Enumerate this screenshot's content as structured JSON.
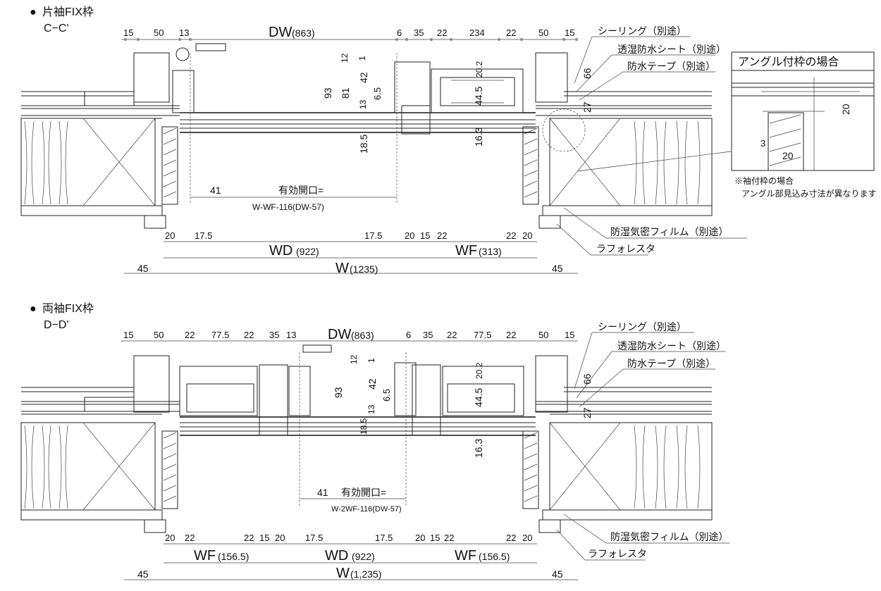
{
  "sections": [
    {
      "bullet": "●",
      "title": "片袖FIX枠",
      "subtitle": "C−C'",
      "top_dims": [
        "15",
        "50",
        "13",
        "6",
        "35",
        "22",
        "234",
        "22",
        "50",
        "15"
      ],
      "dw_label": "DW",
      "dw_value": "(863)",
      "vert_dims": [
        "12",
        "1",
        "42",
        "81",
        "93",
        "6.5",
        "13",
        "20.2",
        "44.5",
        "16.3",
        "18.5",
        "66",
        "27"
      ],
      "effective_opening_label": "有効開口=",
      "effective_opening_formula": "W-WF-116(DW-57)",
      "left_offset": "41",
      "bottom_dims": [
        "20",
        "17.5",
        "17.5",
        "20",
        "15",
        "22",
        "22",
        "20"
      ],
      "wd_label": "WD",
      "wd_value": "(922)",
      "wf_label": "WF",
      "wf_value": "(313)",
      "w_label": "W",
      "w_value": "(1235)",
      "side_left": "45",
      "side_right": "45",
      "callouts": [
        "シーリング（別途）",
        "透湿防水シート（別途）",
        "防水テープ（別途）",
        "防湿気密フィルム（別途）",
        "ラフォレスタ"
      ]
    },
    {
      "bullet": "●",
      "title": "両袖FIX枠",
      "subtitle": "D−D'",
      "top_dims": [
        "15",
        "50",
        "22",
        "77.5",
        "22",
        "35",
        "13",
        "6",
        "35",
        "22",
        "77.5",
        "22",
        "50",
        "15"
      ],
      "dw_label": "DW",
      "dw_value": "(863)",
      "vert_dims": [
        "12",
        "1",
        "42",
        "93",
        "6.5",
        "13",
        "18.5",
        "20.2",
        "44.5",
        "16.3",
        "66",
        "27"
      ],
      "effective_opening_label": "有効開口=",
      "effective_opening_formula": "W-2WF-116(DW-57)",
      "left_offset": "41",
      "bottom_dims": [
        "20",
        "22",
        "22",
        "15",
        "20",
        "17.5",
        "17.5",
        "20",
        "15",
        "22",
        "22",
        "20"
      ],
      "wd_label": "WD",
      "wd_value": "(922)",
      "wf_left_label": "WF",
      "wf_left_value": "(156.5)",
      "wf_right_label": "WF",
      "wf_right_value": "(156.5)",
      "w_label": "W",
      "w_value": "(1,235)",
      "side_left": "45",
      "side_right": "45",
      "callouts": [
        "シーリング（別途）",
        "透湿防水シート（別途）",
        "防水テープ（別途）",
        "防湿気密フィルム（別途）",
        "ラフォレスタ"
      ]
    }
  ],
  "inset": {
    "title": "アングル付枠の場合",
    "dim_20_vertical": "20",
    "dim_3": "3",
    "dim_20_bottom": "20",
    "note_line1": "※袖付枠の場合",
    "note_line2": "アングル部見込み寸法が異なります"
  }
}
